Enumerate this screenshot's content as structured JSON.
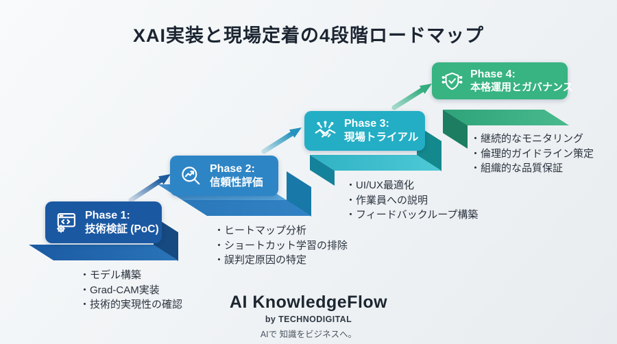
{
  "title": "XAI実装と現場定着の4段階ロードマップ",
  "phases": [
    {
      "phase_label": "Phase 1:",
      "title": "技術検証 (PoC)",
      "icon": "code-window-gear-icon",
      "badge_color": "#1b58a2",
      "bullets": [
        "モデル構築",
        "Grad-CAM実装",
        "技術的実現性の確認"
      ]
    },
    {
      "phase_label": "Phase 2:",
      "title": "信頼性評価",
      "icon": "magnifier-chart-icon",
      "badge_color": "#2e85c5",
      "bullets": [
        "ヒートマップ分析",
        "ショートカット学習の排除",
        "誤判定原因の特定"
      ]
    },
    {
      "phase_label": "Phase 3:",
      "title": "現場トライアル",
      "icon": "handshake-icon",
      "badge_color": "#23aec5",
      "bullets": [
        "UI/UX最適化",
        "作業員への説明",
        "フィードバックループ構築"
      ]
    },
    {
      "phase_label": "Phase 4:",
      "title": "本格運用とガバナンス",
      "icon": "shield-check-icon",
      "badge_color": "#38b382",
      "bullets": [
        "継続的なモニタリング",
        "倫理的ガイドライン策定",
        "組織的な品質保証"
      ]
    }
  ],
  "stairs_colors": {
    "step1_front": [
      "#1b5aa2",
      "#2a74b8"
    ],
    "riser_1_2": "#164a80",
    "step2_top": [
      "#3f8bc9",
      "#58a5da"
    ],
    "step2_front": [
      "#2a78ba",
      "#3182c4"
    ],
    "riser_2_3": "#1878a8",
    "step3_top": [
      "#2fb2c4",
      "#4ec9d6"
    ],
    "step3_side": "#15829b",
    "riser_3_4": "#13898d",
    "step4_top": [
      "#2ea379",
      "#49ba8e"
    ],
    "step4_side": "#1d7d60"
  },
  "arrow_colors": {
    "arrow_1_2": [
      "#ccd9e7",
      "#1d5c9f"
    ],
    "arrow_2_3": [
      "#c2dfe8",
      "#2593bd"
    ],
    "arrow_3_4": [
      "#a5dacd",
      "#35ad7f"
    ]
  },
  "footer": {
    "brand": "AI KnowledgeFlow",
    "byline": "by TECHNODIGITAL",
    "tagline": "AIで 知識をビジネスへ。"
  }
}
